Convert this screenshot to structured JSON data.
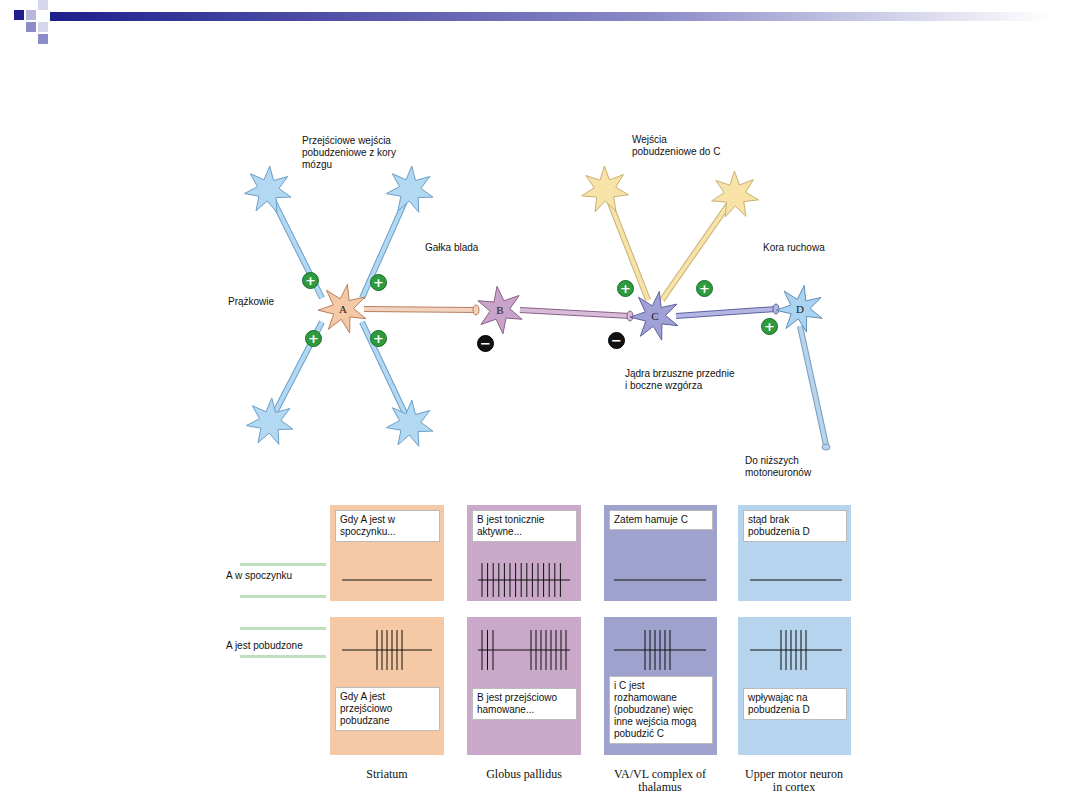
{
  "diagram": {
    "nodes": [
      {
        "text": [
          "A"
        ]
      },
      {
        "text": [
          "B"
        ]
      },
      {
        "text": [
          "C"
        ]
      },
      {
        "text": [
          "D"
        ]
      },
      {
        "text": [
          "Gdy A jest w spoczynku..."
        ]
      },
      {
        "text": [
          "B jest tonicznie aktywne..."
        ]
      },
      {
        "text": [
          "Zatem hamuje C"
        ]
      },
      {
        "text": [
          "stąd brak pobudzenia D"
        ]
      },
      {
        "text": [
          "Gdy A jest przejściowo pobudzane"
        ]
      },
      {
        "text": [
          "B jest przejściowo hamowane..."
        ]
      },
      {
        "text": [
          "i C jest rozhamowane (pobudzane) więc inne wejścia mogą pobudzić C"
        ]
      },
      {
        "text": [
          "wpływając na pobudzenia D"
        ]
      }
    ],
    "edges": [
      {
        "from": 0,
        "to": 1,
        "arrow": "none"
      },
      {
        "from": 1,
        "to": 2,
        "arrow": "none"
      },
      {
        "from": 2,
        "to": 3,
        "arrow": "none"
      }
    ],
    "labels": [
      "Przejściowe wejścia pobudzeniowe z kory mózgu",
      "+",
      "+",
      "+",
      "+",
      "Prążkowie",
      "Gałka blada",
      "−",
      "Wejścia pobudzeniowe do C",
      "+",
      "+",
      "Kora ruchowa",
      "−",
      "+",
      "Jądra brzuszne przednie i boczne wzgórza",
      "Do niższych motoneuronów",
      "A w spoczynku",
      "A jest pobudzone",
      "Striatum",
      "Globus pallidus",
      "VA/VL complex of thalamus",
      "Upper motor neuron in cortex"
    ]
  }
}
